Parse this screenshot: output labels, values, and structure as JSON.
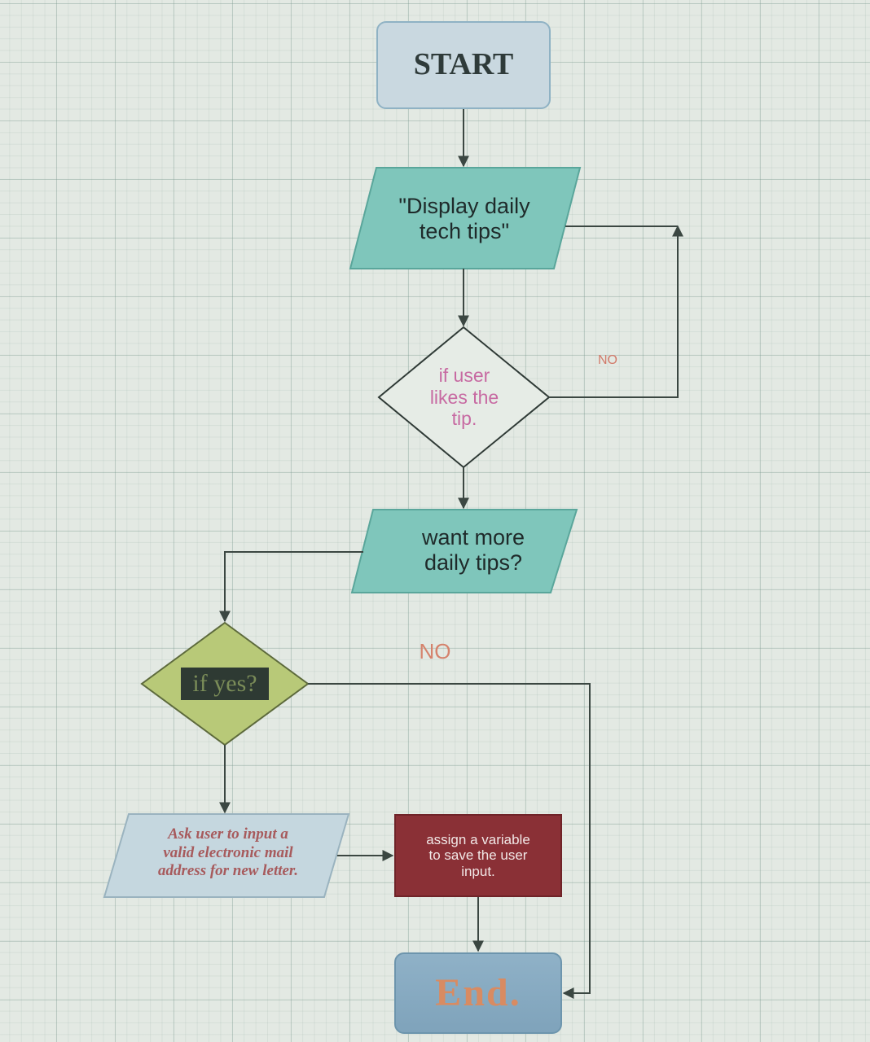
{
  "diagram": {
    "start_label": "START",
    "display_label": "\"Display daily\ntech tips\"",
    "likes_decision_label": "if user\nlikes the\ntip.",
    "no_branch_1": "NO",
    "want_more_label": "want more\ndaily tips?",
    "no_branch_2": "NO",
    "yes_decision_label": "if yes?",
    "ask_label": "Ask user to input a\nvalid electronic mail\naddress for new letter.",
    "assign_label": "assign a variable\nto save the user\ninput.",
    "end_label": "End."
  },
  "colors": {
    "start_fill": "#c9d8e0",
    "io_fill": "#7fc6bb",
    "yes_decision_fill": "#b8c978",
    "ask_fill": "#c5d7df",
    "assign_fill": "#8a3036",
    "end_fill": "#8fb1c7",
    "connector": "#3b4742"
  }
}
